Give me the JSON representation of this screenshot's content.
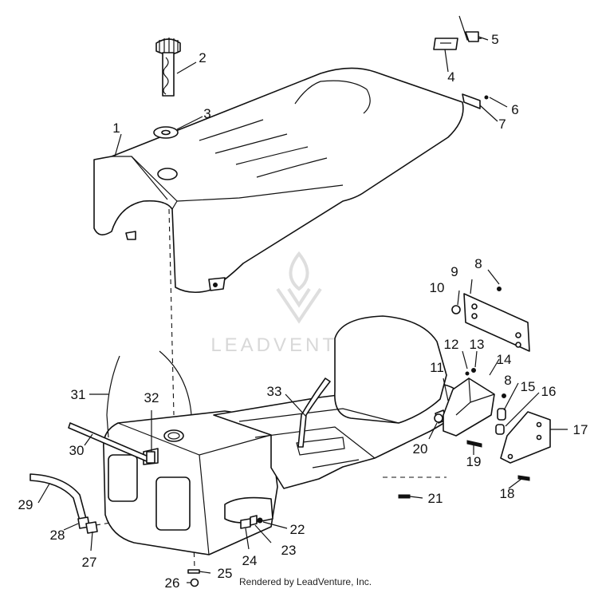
{
  "watermark": {
    "brand": "LEADVENTURE"
  },
  "footer": {
    "text": "Rendered by LeadVenture, Inc."
  },
  "callouts": [
    {
      "key": "p1",
      "label": "1"
    },
    {
      "key": "p2",
      "label": "2"
    },
    {
      "key": "p3",
      "label": "3"
    },
    {
      "key": "p4",
      "label": "4"
    },
    {
      "key": "p5",
      "label": "5"
    },
    {
      "key": "p6",
      "label": "6"
    },
    {
      "key": "p7",
      "label": "7"
    },
    {
      "key": "p8a",
      "label": "8"
    },
    {
      "key": "p8b",
      "label": "8"
    },
    {
      "key": "p9",
      "label": "9"
    },
    {
      "key": "p10",
      "label": "10"
    },
    {
      "key": "p11",
      "label": "11"
    },
    {
      "key": "p12",
      "label": "12"
    },
    {
      "key": "p13",
      "label": "13"
    },
    {
      "key": "p14",
      "label": "14"
    },
    {
      "key": "p15",
      "label": "15"
    },
    {
      "key": "p16",
      "label": "16"
    },
    {
      "key": "p17",
      "label": "17"
    },
    {
      "key": "p18",
      "label": "18"
    },
    {
      "key": "p19",
      "label": "19"
    },
    {
      "key": "p20",
      "label": "20"
    },
    {
      "key": "p21",
      "label": "21"
    },
    {
      "key": "p22",
      "label": "22"
    },
    {
      "key": "p23",
      "label": "23"
    },
    {
      "key": "p24",
      "label": "24"
    },
    {
      "key": "p25",
      "label": "25"
    },
    {
      "key": "p26",
      "label": "26"
    },
    {
      "key": "p27",
      "label": "27"
    },
    {
      "key": "p28",
      "label": "28"
    },
    {
      "key": "p29",
      "label": "29"
    },
    {
      "key": "p30",
      "label": "30"
    },
    {
      "key": "p31",
      "label": "31"
    },
    {
      "key": "p32",
      "label": "32"
    },
    {
      "key": "p33",
      "label": "33"
    }
  ]
}
